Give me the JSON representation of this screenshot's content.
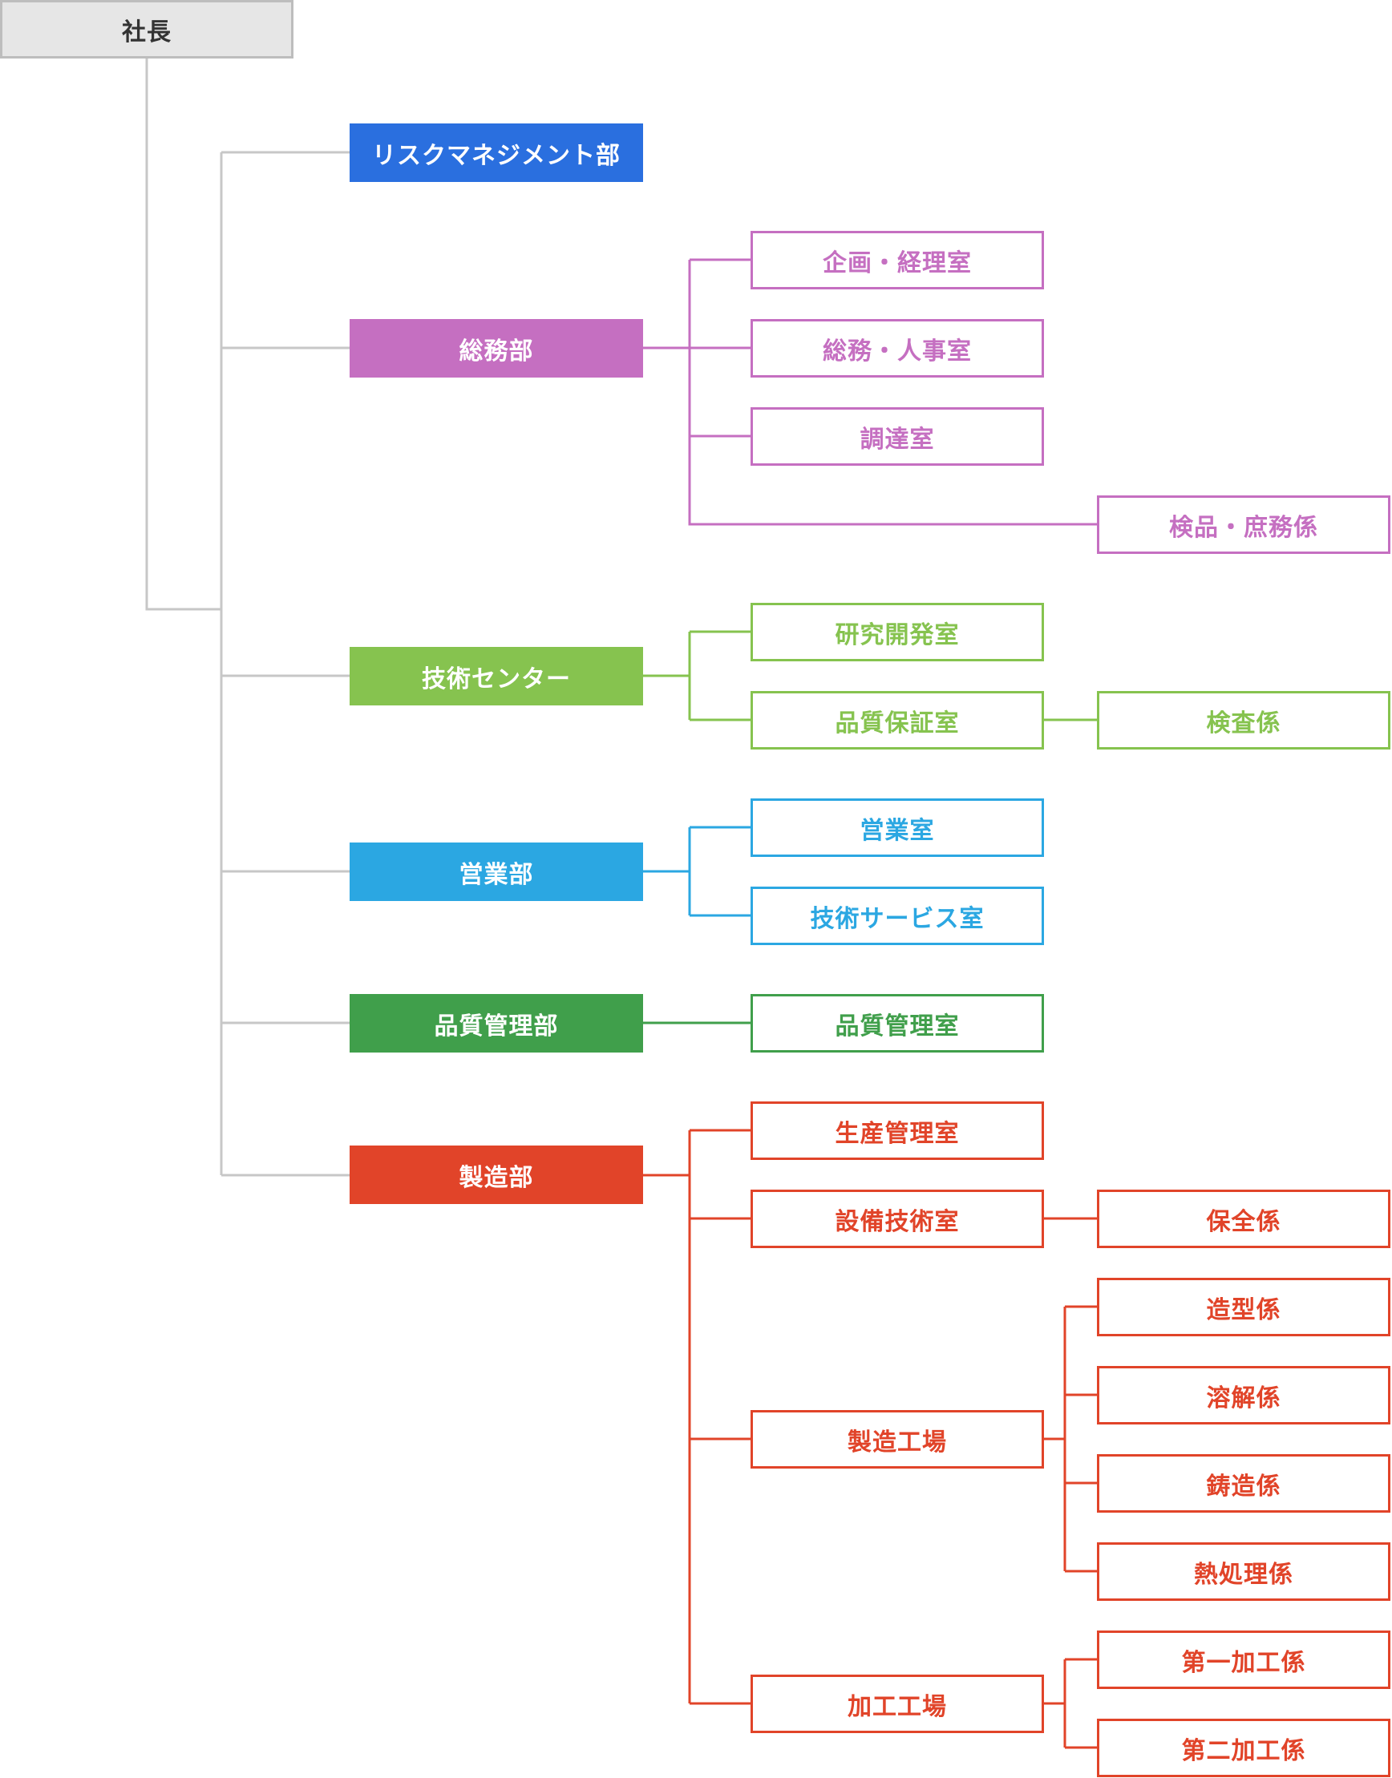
{
  "root": {
    "label": "社長"
  },
  "colors": {
    "trunk": "#c7c7c7",
    "risk": "#2a6fdf",
    "general": "#c56fc1",
    "tech": "#86c34f",
    "sales": "#2ba7e2",
    "quality": "#409f4b",
    "manufacturing": "#e14429"
  },
  "departments": {
    "risk": {
      "label": "リスクマネジメント部"
    },
    "general": {
      "label": "総務部",
      "children": {
        "planning": {
          "label": "企画・経理室"
        },
        "hr": {
          "label": "総務・人事室"
        },
        "procurement": {
          "label": "調達室"
        },
        "inspection": {
          "label": "検品・庶務係"
        }
      }
    },
    "tech": {
      "label": "技術センター",
      "children": {
        "rnd": {
          "label": "研究開発室"
        },
        "qa": {
          "label": "品質保証室",
          "children": {
            "inspect": {
              "label": "検査係"
            }
          }
        }
      }
    },
    "sales": {
      "label": "営業部",
      "children": {
        "sales_office": {
          "label": "営業室"
        },
        "tech_service": {
          "label": "技術サービス室"
        }
      }
    },
    "quality": {
      "label": "品質管理部",
      "children": {
        "qc_office": {
          "label": "品質管理室"
        }
      }
    },
    "manufacturing": {
      "label": "製造部",
      "children": {
        "production": {
          "label": "生産管理室"
        },
        "equipment": {
          "label": "設備技術室",
          "children": {
            "maintenance": {
              "label": "保全係"
            }
          }
        },
        "plant": {
          "label": "製造工場",
          "children": {
            "molding": {
              "label": "造型係"
            },
            "melting": {
              "label": "溶解係"
            },
            "casting": {
              "label": "鋳造係"
            },
            "heat": {
              "label": "熱処理係"
            }
          }
        },
        "machining": {
          "label": "加工工場",
          "children": {
            "first": {
              "label": "第一加工係"
            },
            "second": {
              "label": "第二加工係"
            }
          }
        }
      }
    }
  }
}
